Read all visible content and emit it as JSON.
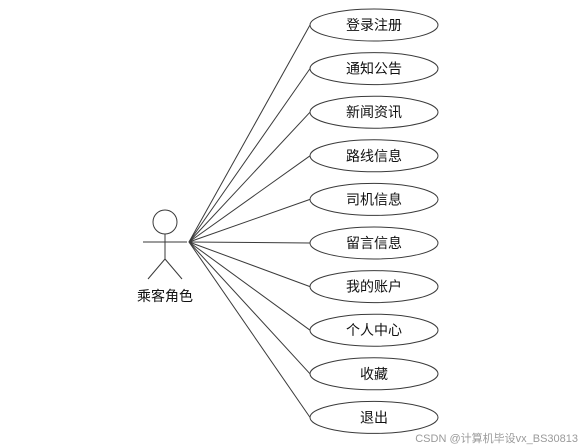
{
  "actor": {
    "label": "乘客角色"
  },
  "use_cases": [
    {
      "id": "login-register",
      "label": "登录注册"
    },
    {
      "id": "notice",
      "label": "通知公告"
    },
    {
      "id": "news",
      "label": "新闻资讯"
    },
    {
      "id": "route-info",
      "label": "路线信息"
    },
    {
      "id": "driver-info",
      "label": "司机信息"
    },
    {
      "id": "message-info",
      "label": "留言信息"
    },
    {
      "id": "my-account",
      "label": "我的账户"
    },
    {
      "id": "personal-center",
      "label": "个人中心"
    },
    {
      "id": "favorites",
      "label": "收藏"
    },
    {
      "id": "logout",
      "label": "退出"
    }
  ],
  "watermark": "CSDN @计算机毕设vx_BS30813"
}
